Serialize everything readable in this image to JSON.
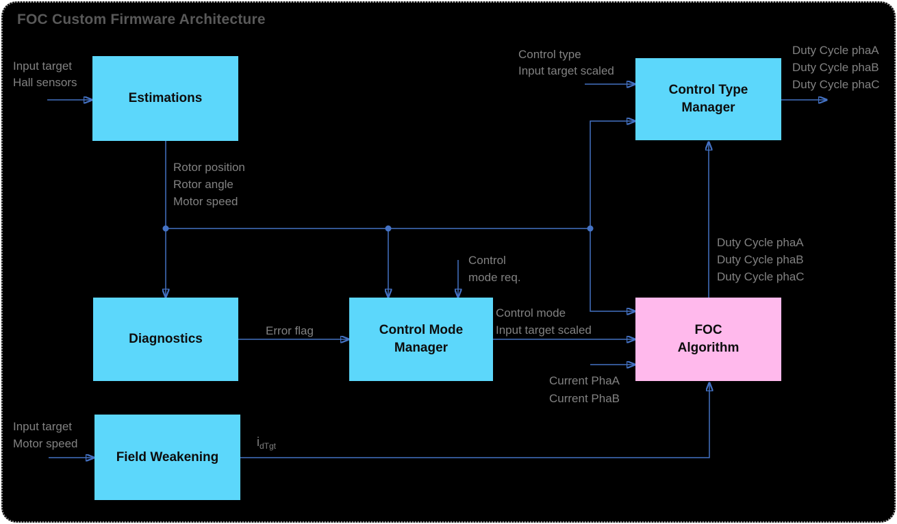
{
  "title": "FOC Custom Firmware Architecture",
  "colors": {
    "block_fill": "#5CD7FB",
    "foc_block_fill": "#FFB9EC",
    "connector": "#4472C4",
    "label_text": "#828282",
    "title_text": "#595959",
    "canvas_background": "#000000",
    "canvas_border": "#9b9b9b"
  },
  "blocks": {
    "estimations": {
      "line1": "Estimations"
    },
    "control_type_manager": {
      "line1": "Control Type",
      "line2": "Manager"
    },
    "diagnostics": {
      "line1": "Diagnostics"
    },
    "control_mode_manager": {
      "line1": "Control Mode",
      "line2": "Manager"
    },
    "foc_algorithm": {
      "line1": "FOC",
      "line2": "Algorithm"
    },
    "field_weakening": {
      "line1": "Field Weakening"
    }
  },
  "labels": {
    "estimations_in": {
      "line1": "Input target",
      "line2": "Hall sensors"
    },
    "estimations_out": {
      "line1": "Rotor position",
      "line2": "Rotor angle",
      "line3": "Motor speed"
    },
    "control_type_manager_in": {
      "line1": "Control type",
      "line2": "Input target scaled"
    },
    "control_type_manager_out": {
      "line1": "Duty Cycle phaA",
      "line2": "Duty Cycle phaB",
      "line3": "Duty Cycle phaC"
    },
    "foc_to_control_type_manager": {
      "line1": "Duty Cycle phaA",
      "line2": "Duty Cycle phaB",
      "line3": "Duty Cycle phaC"
    },
    "control_mode_request": {
      "line1": "Control",
      "line2": "mode req."
    },
    "error_flag": "Error flag",
    "control_mode_manager_out": {
      "line1": "Control mode",
      "line2": "Input target scaled"
    },
    "foc_current_in": {
      "line1": "Current PhaA",
      "line2": "Current PhaB"
    },
    "field_weakening_in": {
      "line1": "Input target",
      "line2": "Motor speed"
    },
    "field_weakening_out": {
      "base": "i",
      "sub": "dTgt"
    }
  }
}
